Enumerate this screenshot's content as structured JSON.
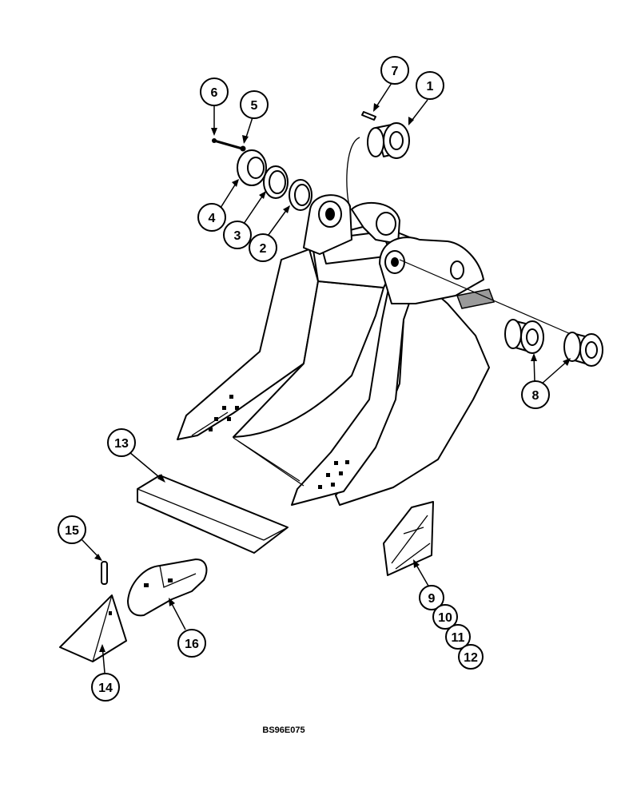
{
  "figure": {
    "code": "BS96E075",
    "colors": {
      "line": "#000000",
      "background": "#ffffff",
      "shading": "#9a9a9a"
    }
  },
  "callouts": [
    {
      "id": "c1",
      "label": "1"
    },
    {
      "id": "c2",
      "label": "2"
    },
    {
      "id": "c3",
      "label": "3"
    },
    {
      "id": "c4",
      "label": "4"
    },
    {
      "id": "c5",
      "label": "5"
    },
    {
      "id": "c6",
      "label": "6"
    },
    {
      "id": "c7",
      "label": "7"
    },
    {
      "id": "c8",
      "label": "8"
    },
    {
      "id": "c9",
      "label": "9"
    },
    {
      "id": "c10",
      "label": "10"
    },
    {
      "id": "c11",
      "label": "11"
    },
    {
      "id": "c12",
      "label": "12"
    },
    {
      "id": "c13",
      "label": "13"
    },
    {
      "id": "c14",
      "label": "14"
    },
    {
      "id": "c15",
      "label": "15"
    },
    {
      "id": "c16",
      "label": "16"
    }
  ]
}
